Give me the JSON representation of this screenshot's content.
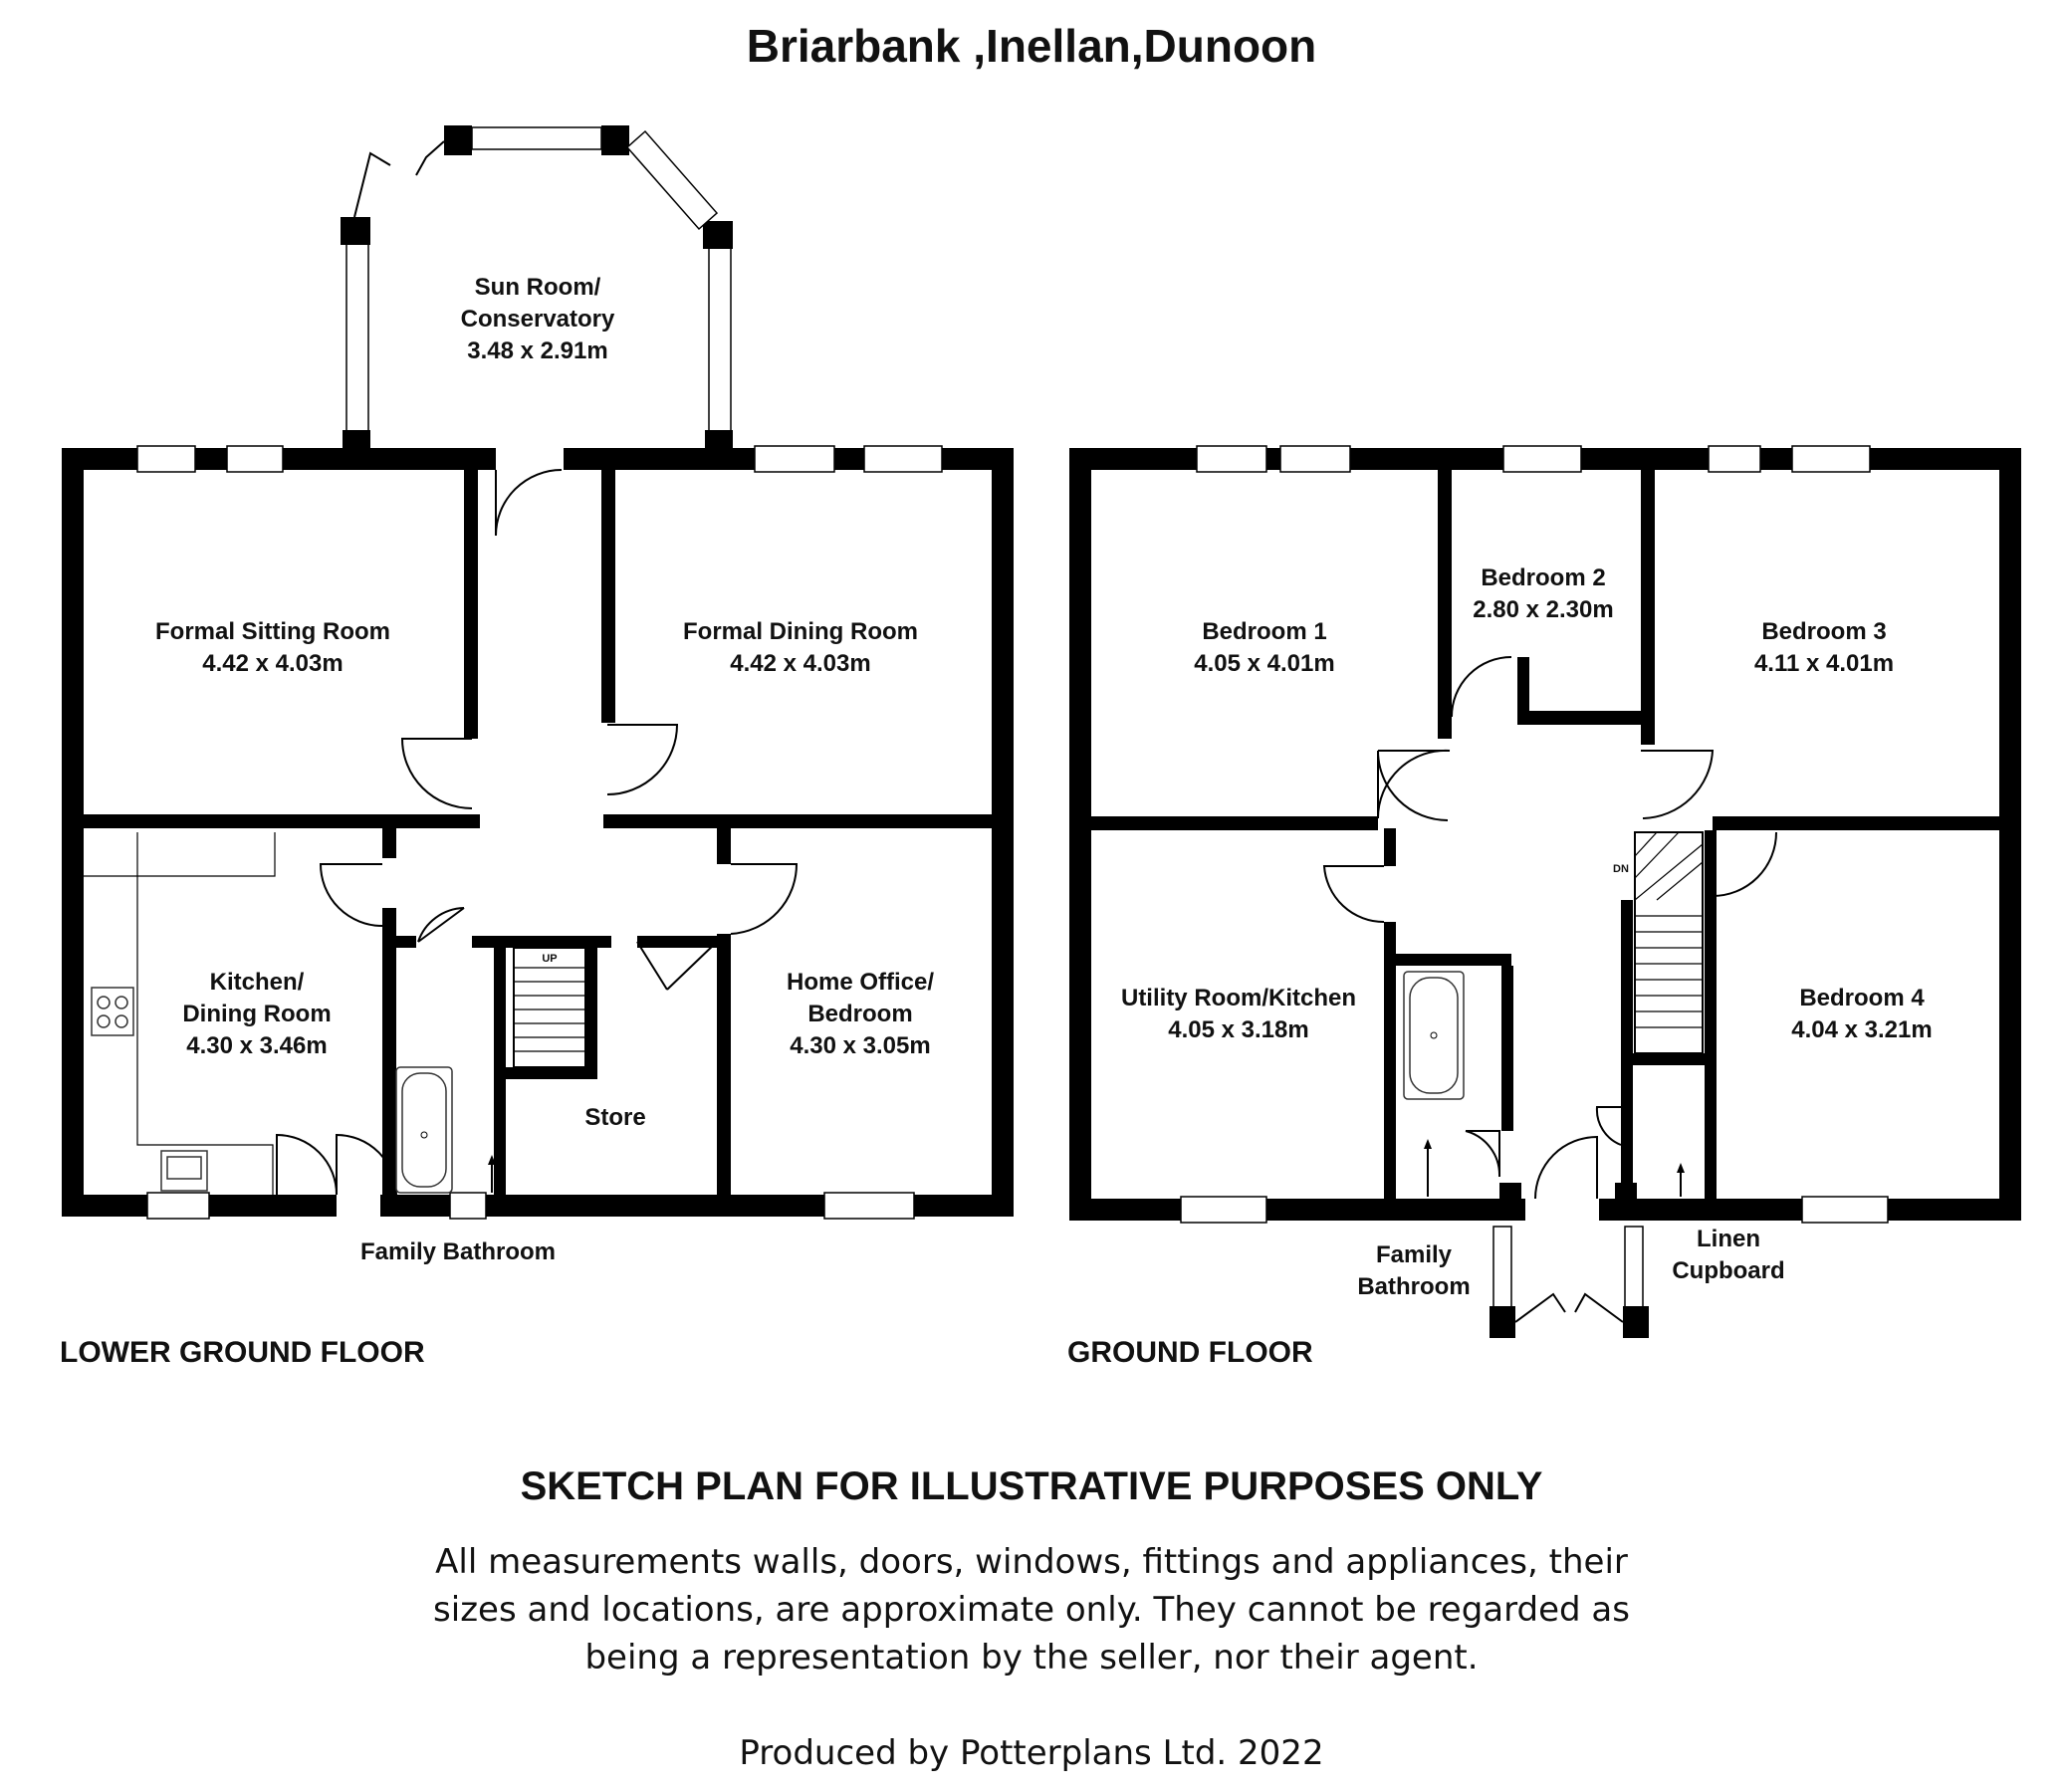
{
  "title": "Briarbank ,Inellan,Dunoon",
  "floors": [
    {
      "name": "LOWER GROUND FLOOR",
      "rooms": [
        {
          "name": "Sun Room/",
          "name2": "Conservatory",
          "size": "3.48 x 2.91m"
        },
        {
          "name": "Formal Sitting Room",
          "size": "4.42 x 4.03m"
        },
        {
          "name": "Formal Dining Room",
          "size": "4.42 x 4.03m"
        },
        {
          "name": "Kitchen/",
          "name2": "Dining Room",
          "size": "4.30 x 3.46m"
        },
        {
          "name": "Home Office/",
          "name2": "Bedroom",
          "size": "4.30 x 3.05m"
        },
        {
          "name": "Store"
        },
        {
          "name": "Family Bathroom"
        }
      ],
      "stair_label": "UP"
    },
    {
      "name": "GROUND FLOOR",
      "rooms": [
        {
          "name": "Bedroom 1",
          "size": "4.05 x 4.01m"
        },
        {
          "name": "Bedroom 2",
          "size": "2.80 x 2.30m"
        },
        {
          "name": "Bedroom 3",
          "size": "4.11 x 4.01m"
        },
        {
          "name": "Utility Room/Kitchen",
          "size": "4.05 x 3.18m"
        },
        {
          "name": "Bedroom 4",
          "size": "4.04 x 3.21m"
        },
        {
          "name": "Family",
          "name2": "Bathroom"
        },
        {
          "name": "Linen",
          "name2": "Cupboard"
        }
      ],
      "stair_label": "DN"
    }
  ],
  "disclaimer": {
    "heading": "SKETCH PLAN FOR ILLUSTRATIVE PURPOSES ONLY",
    "line1": "All measurements walls, doors, windows, fittings and appliances, their",
    "line2": "sizes and locations, are approximate only. They cannot be regarded as",
    "line3": "being a representation by the seller, nor their agent.",
    "credit": "Produced by Potterplans Ltd. 2022"
  }
}
